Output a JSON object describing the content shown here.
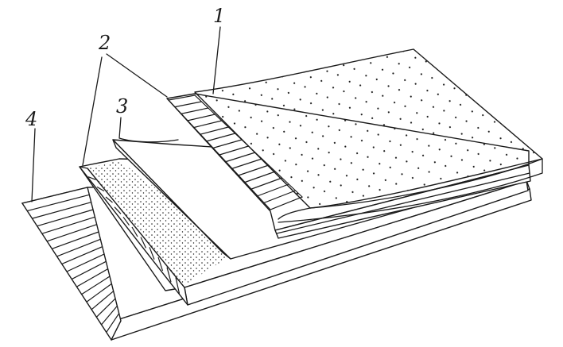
{
  "figure": {
    "labels": {
      "label_1": "1",
      "label_2": "2",
      "label_3": "3",
      "label_4": "4"
    },
    "colors": {
      "ink": "#1a1a1a",
      "paper": "#ffffff"
    }
  }
}
